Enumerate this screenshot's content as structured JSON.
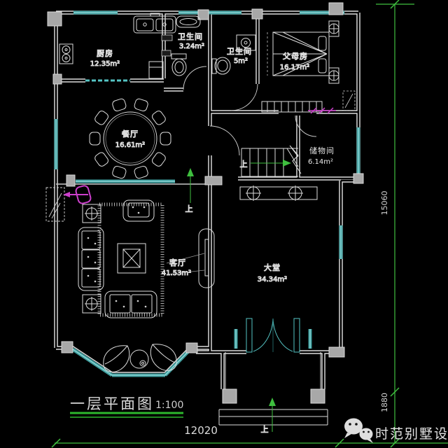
{
  "plan": {
    "title": "一层平面图",
    "scale": "1:100",
    "rooms": {
      "kitchen": {
        "name": "厨房",
        "area": "12.35m²"
      },
      "bath1": {
        "name": "卫生间",
        "area": "3.24m²"
      },
      "bath2": {
        "name": "卫生间",
        "area": "5m²"
      },
      "parents_room": {
        "name": "父母房",
        "area": "16.17m²"
      },
      "dining": {
        "name": "餐厅",
        "area": "16.61m²"
      },
      "storage": {
        "name": "储物间",
        "area": "6.14m²"
      },
      "living": {
        "name": "客厅",
        "area": "41.53m²"
      },
      "hall": {
        "name": "大堂",
        "area": "34.34m²"
      }
    },
    "up_label": "上",
    "dimensions": {
      "overall_depth": "15060",
      "porch_depth": "1880",
      "overall_width": "12020"
    },
    "watermark": {
      "brand": "时范别墅设计",
      "icon": "wechat-icon"
    },
    "colors": {
      "background": "#000000",
      "wall": "#dcdcdc",
      "window": "#4fb3b3",
      "dimension_green": "#3fbf3f",
      "accent_magenta": "#cc3fcc",
      "column_gray": "#a8a8a8"
    }
  }
}
